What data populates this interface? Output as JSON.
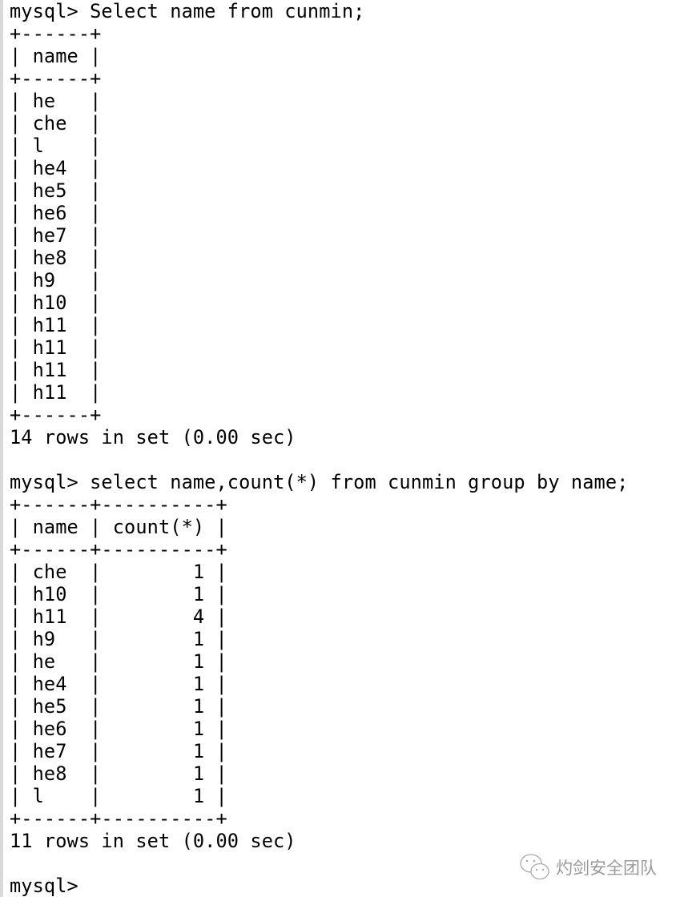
{
  "terminal": {
    "prompt": "mysql>",
    "blocks": [
      {
        "command": "Select name from cunmin;",
        "border": "+------+",
        "header": "| name |",
        "rows": [
          "| he   |",
          "| che  |",
          "| l    |",
          "| he4  |",
          "| he5  |",
          "| he6  |",
          "| he7  |",
          "| he8  |",
          "| h9   |",
          "| h10  |",
          "| h11  |",
          "| h11  |",
          "| h11  |",
          "| h11  |"
        ],
        "status": "14 rows in set (0.00 sec)"
      },
      {
        "command": "select name,count(*) from cunmin group by name;",
        "border": "+------+----------+",
        "header": "| name | count(*) |",
        "rows": [
          "| che  |        1 |",
          "| h10  |        1 |",
          "| h11  |        4 |",
          "| h9   |        1 |",
          "| he   |        1 |",
          "| he4  |        1 |",
          "| he5  |        1 |",
          "| he6  |        1 |",
          "| he7  |        1 |",
          "| he8  |        1 |",
          "| l    |        1 |"
        ],
        "status": "11 rows in set (0.00 sec)"
      }
    ],
    "final_prompt": "mysql>"
  },
  "watermark": {
    "text": "灼剑安全团队",
    "icon": "wechat-icon"
  }
}
